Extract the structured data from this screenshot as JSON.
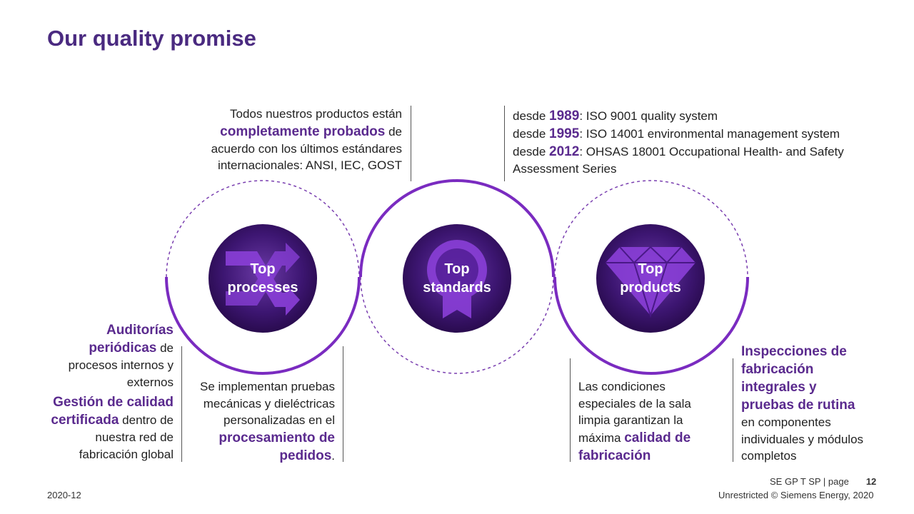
{
  "title": "Our quality promise",
  "colors": {
    "accent": "#5a2a8e",
    "dark_purple": "#2a0a55",
    "title": "#4a2a80"
  },
  "top_left_text": {
    "line1": "Todos nuestros productos están",
    "bold": "completamente probados",
    "line2_tail": " de",
    "line3": "acuerdo con los últimos estándares",
    "line4": "internacionales: ANSI, IEC, GOST"
  },
  "iso": [
    {
      "prefix": "desde ",
      "year": "1989",
      "text": ": ISO 9001 quality system"
    },
    {
      "prefix": "desde ",
      "year": "1995",
      "text": ": ISO 14001 environmental management system"
    },
    {
      "prefix": "desde ",
      "year": "2012",
      "text": ": OHSAS 18001 Occupational Health- and Safety",
      "cont": "Assessment Series"
    }
  ],
  "circles": [
    {
      "line1": "Top",
      "line2": "processes",
      "icon": "shuffle-arrows-icon"
    },
    {
      "line1": "Top",
      "line2": "standards",
      "icon": "award-ribbon-icon"
    },
    {
      "line1": "Top",
      "line2": "products",
      "icon": "diamond-icon"
    }
  ],
  "left_block": {
    "b1": "Auditorías",
    "b2": "periódicas",
    "t2": " de",
    "t3": "procesos internos y",
    "t4": "externos",
    "b5": "Gestión de calidad",
    "b6": "certificada",
    "t6": " dentro de",
    "t7": "nuestra red de",
    "t8": "fabricación global"
  },
  "mid_left_block": {
    "t1": "Se implementan pruebas",
    "t2": "mecánicas y dieléctricas",
    "t3": "personalizadas en el",
    "b4": "procesamiento de",
    "b5": "pedidos",
    "t5": "."
  },
  "mid_right_block": {
    "t1": "Las condiciones",
    "t2": "especiales de la sala",
    "t3": "limpia garantizan la",
    "t4": "máxima ",
    "b4": "calidad de",
    "b5": "fabricación"
  },
  "right_block": {
    "b1": "Inspecciones de",
    "b2": "fabricación",
    "b3": "integrales y",
    "b4": "pruebas de rutina",
    "t5": "en componentes",
    "t6": "individuales y módulos",
    "t7": "completos"
  },
  "footer": {
    "page_label": "SE GP T SP | page",
    "page_number": "12",
    "date": "2020-12",
    "copyright": "Unrestricted © Siemens Energy, 2020"
  }
}
